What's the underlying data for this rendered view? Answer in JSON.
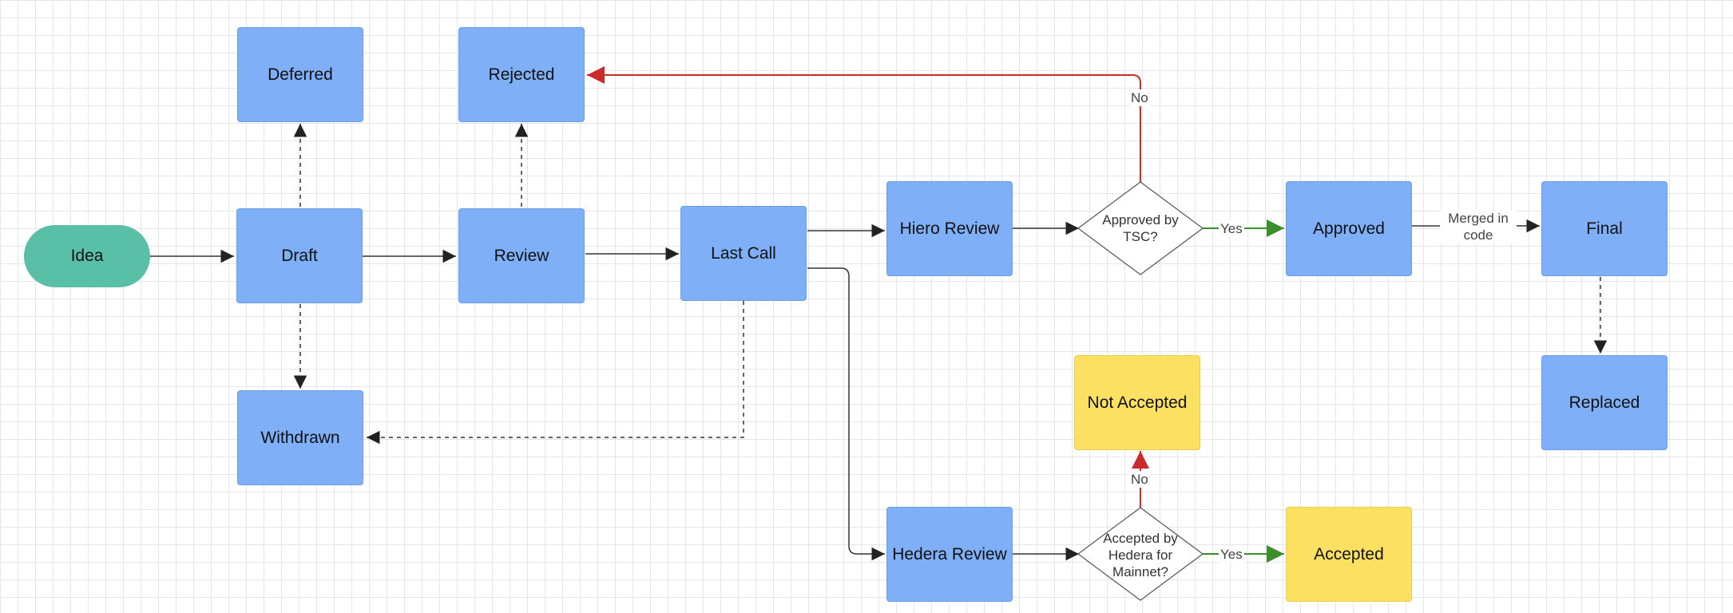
{
  "nodes": {
    "idea": "Idea",
    "draft": "Draft",
    "deferred": "Deferred",
    "withdrawn": "Withdrawn",
    "review": "Review",
    "rejected": "Rejected",
    "last_call": "Last Call",
    "hiero_review": "Hiero Review",
    "hedera_review": "Hedera Review",
    "approved": "Approved",
    "final": "Final",
    "replaced": "Replaced",
    "not_accepted": "Not Accepted",
    "accepted": "Accepted"
  },
  "decisions": {
    "tsc": "Approved by TSC?",
    "hedera_mainnet": "Accepted by Hedera for Mainnet?"
  },
  "edge_labels": {
    "tsc_no": "No",
    "tsc_yes": "Yes",
    "merged": "Merged in code",
    "hedera_no": "No",
    "hedera_yes": "Yes"
  },
  "colors": {
    "status_box": "#7eaff7",
    "start_node": "#59c0a7",
    "terminal_box": "#fbe062",
    "no_edge": "#cc2b2b",
    "yes_edge": "#3a8f2a",
    "edge": "#333333"
  }
}
